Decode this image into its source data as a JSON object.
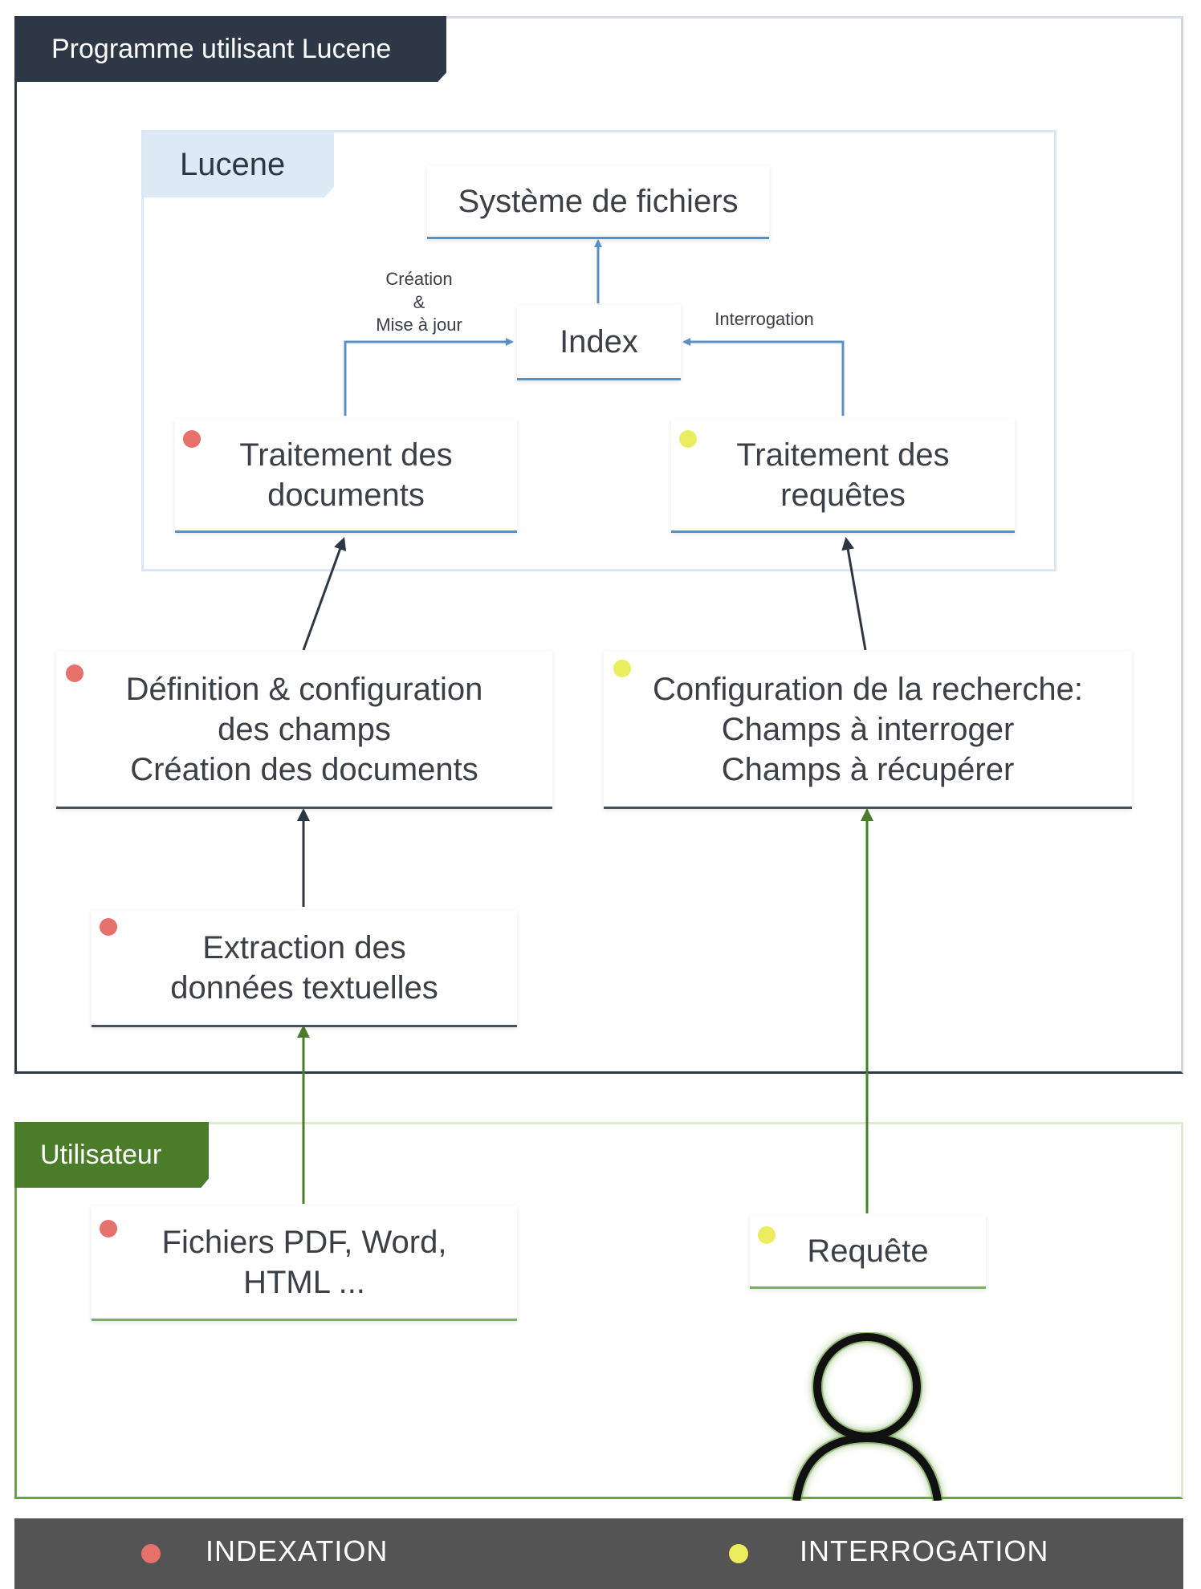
{
  "program_frame": {
    "title": "Programme utilisant Lucene"
  },
  "lucene_frame": {
    "title": "Lucene"
  },
  "user_frame": {
    "title": "Utilisateur"
  },
  "nodes": {
    "filesystem": "Système de fichiers",
    "index": "Index",
    "doc_processing": "Traitement des\ndocuments",
    "query_processing": "Traitement des\nrequêtes",
    "field_definition": "Définition & configuration\ndes champs\nCréation des documents",
    "search_config": "Configuration de la recherche:\nChamps à interroger\nChamps à récupérer",
    "text_extraction": "Extraction des\ndonnées textuelles",
    "input_files": "Fichiers PDF, Word,\nHTML ...",
    "query": "Requête"
  },
  "edge_labels": {
    "creation_update": "Création\n&\nMise à jour",
    "interrogation": "Interrogation"
  },
  "legend": {
    "indexation": "INDEXATION",
    "interrogation": "INTERROGATION"
  },
  "colors": {
    "dark": "#2e3745",
    "blue_accent": "#5b8fc7",
    "green_accent": "#4a7c2a",
    "indexation_dot": "#e6706a",
    "interrogation_dot": "#ecec5f",
    "legend_bg": "#545454"
  },
  "icons": {
    "user": "user-icon"
  }
}
